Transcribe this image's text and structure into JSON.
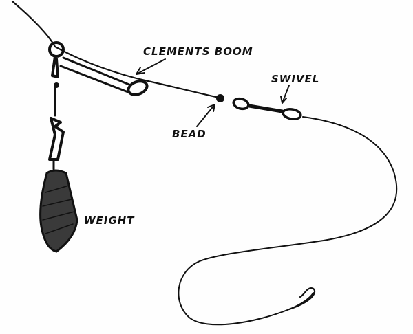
{
  "diagram": {
    "labels": {
      "clements_boom": "CLEMENTS BOOM",
      "swivel": "SWIVEL",
      "bead": "BEAD",
      "weight": "WEIGHT"
    },
    "ink_color": "#111111",
    "background_color": "#fefefe"
  }
}
